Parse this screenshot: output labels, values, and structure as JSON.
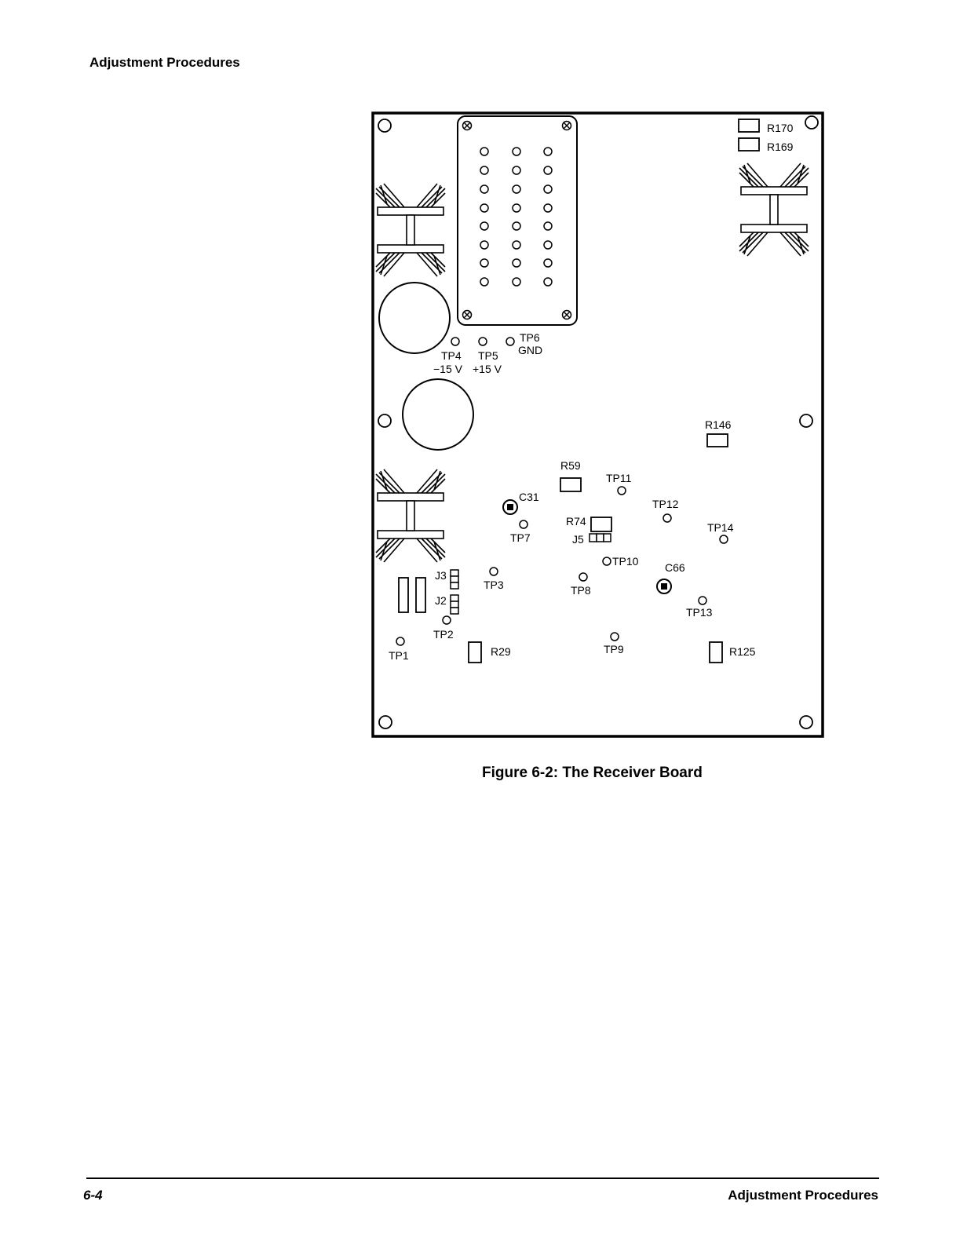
{
  "header": {
    "section_title": "Adjustment Procedures"
  },
  "figure": {
    "caption": "Figure 6-2:  The Receiver Board",
    "labels": {
      "R170": "R170",
      "R169": "R169",
      "TP6": "TP6",
      "GND": "GND",
      "TP4": "TP4",
      "TP5": "TP5",
      "minus15": "−15 V",
      "plus15": "+15 V",
      "R146": "R146",
      "R59": "R59",
      "TP11": "TP11",
      "C31": "C31",
      "TP12": "TP12",
      "R74": "R74",
      "TP14": "TP14",
      "TP7": "TP7",
      "J5": "J5",
      "TP10": "TP10",
      "C66": "C66",
      "J3": "J3",
      "TP3": "TP3",
      "TP8": "TP8",
      "J2": "J2",
      "TP13": "TP13",
      "TP2": "TP2",
      "TP9": "TP9",
      "R29": "R29",
      "R125": "R125",
      "TP1": "TP1"
    }
  },
  "footer": {
    "page_number": "6-4",
    "section_title": "Adjustment Procedures"
  }
}
